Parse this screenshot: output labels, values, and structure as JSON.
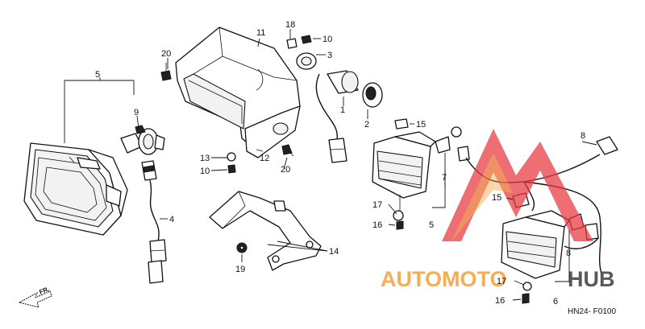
{
  "diagram": {
    "labels": [
      {
        "id": "callout-1",
        "text": "1"
      },
      {
        "id": "callout-2",
        "text": "2"
      },
      {
        "id": "callout-3",
        "text": "3"
      },
      {
        "id": "callout-4",
        "text": "4"
      },
      {
        "id": "callout-5a",
        "text": "5"
      },
      {
        "id": "callout-5b",
        "text": "5"
      },
      {
        "id": "callout-6",
        "text": "6"
      },
      {
        "id": "callout-7",
        "text": "7"
      },
      {
        "id": "callout-8a",
        "text": "8"
      },
      {
        "id": "callout-8b",
        "text": "8"
      },
      {
        "id": "callout-9",
        "text": "9"
      },
      {
        "id": "callout-10a",
        "text": "10"
      },
      {
        "id": "callout-10b",
        "text": "10"
      },
      {
        "id": "callout-11",
        "text": "11"
      },
      {
        "id": "callout-12",
        "text": "12"
      },
      {
        "id": "callout-13",
        "text": "13"
      },
      {
        "id": "callout-14",
        "text": "14"
      },
      {
        "id": "callout-15a",
        "text": "15"
      },
      {
        "id": "callout-15b",
        "text": "15"
      },
      {
        "id": "callout-16a",
        "text": "16"
      },
      {
        "id": "callout-16b",
        "text": "16"
      },
      {
        "id": "callout-17a",
        "text": "17"
      },
      {
        "id": "callout-17b",
        "text": "17"
      },
      {
        "id": "callout-18",
        "text": "18"
      },
      {
        "id": "callout-19",
        "text": "19"
      },
      {
        "id": "callout-20a",
        "text": "20"
      },
      {
        "id": "callout-20b",
        "text": "20"
      }
    ],
    "direction_marker": "FR.",
    "drawing_code": "HN24- F0100"
  },
  "watermark": {
    "text_left": "AUTOMOTO",
    "text_right": "HUB",
    "accent_color": "#e8383d",
    "orange_color": "#f2a03a",
    "gray_color": "#3d3d3d"
  }
}
